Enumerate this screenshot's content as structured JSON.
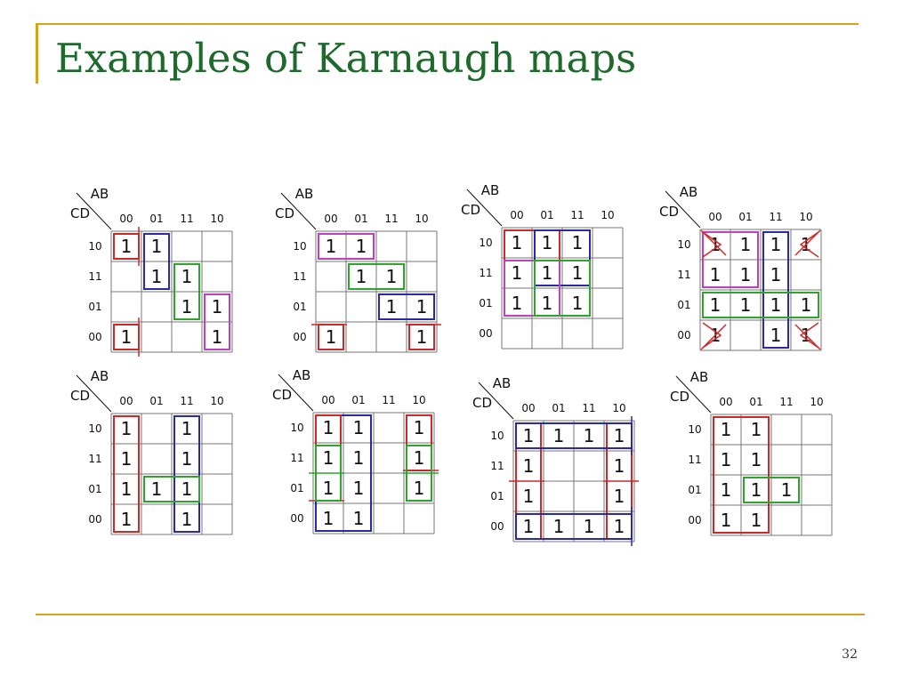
{
  "slide": {
    "title": "Examples of Karnaugh maps",
    "page_number": "32"
  },
  "kmap_defaults": {
    "row_var": "AB",
    "col_var": "CD",
    "col_labels": [
      "00",
      "01",
      "11",
      "10"
    ],
    "row_labels": [
      "10",
      "11",
      "01",
      "00"
    ]
  },
  "colors": {
    "red": "#cc2a2a",
    "blue": "#2a2aa8",
    "green": "#2ea32e",
    "magenta": "#c23fc2"
  },
  "kmaps": [
    {
      "ones": [
        [
          1,
          1,
          0,
          0
        ],
        [
          0,
          1,
          1,
          0
        ],
        [
          0,
          0,
          1,
          1
        ],
        [
          1,
          0,
          0,
          1
        ]
      ],
      "groups": [
        {
          "color": "red",
          "r0": 0,
          "r1": 0,
          "c0": 0,
          "c1": 0,
          "wrap": "v"
        },
        {
          "color": "red",
          "r0": 3,
          "r1": 3,
          "c0": 0,
          "c1": 0,
          "wrap": "v"
        },
        {
          "color": "blue",
          "r0": 0,
          "r1": 1,
          "c0": 1,
          "c1": 1
        },
        {
          "color": "green",
          "r0": 1,
          "r1": 2,
          "c0": 2,
          "c1": 2
        },
        {
          "color": "magenta",
          "r0": 2,
          "r1": 3,
          "c0": 3,
          "c1": 3
        }
      ]
    },
    {
      "ones": [
        [
          1,
          1,
          0,
          0
        ],
        [
          0,
          1,
          1,
          0
        ],
        [
          0,
          0,
          1,
          1
        ],
        [
          1,
          0,
          0,
          1
        ]
      ],
      "groups": [
        {
          "color": "magenta",
          "r0": 0,
          "r1": 0,
          "c0": 0,
          "c1": 1
        },
        {
          "color": "green",
          "r0": 1,
          "r1": 1,
          "c0": 1,
          "c1": 2
        },
        {
          "color": "blue",
          "r0": 2,
          "r1": 2,
          "c0": 2,
          "c1": 3
        },
        {
          "color": "red",
          "r0": 3,
          "r1": 3,
          "c0": 0,
          "c1": 0,
          "wrap": "h"
        },
        {
          "color": "red",
          "r0": 3,
          "r1": 3,
          "c0": 3,
          "c1": 3,
          "wrap": "h"
        }
      ]
    },
    {
      "ones": [
        [
          1,
          1,
          1,
          0
        ],
        [
          1,
          1,
          1,
          0
        ],
        [
          1,
          1,
          1,
          0
        ],
        [
          0,
          0,
          0,
          0
        ]
      ],
      "groups": [
        {
          "color": "red",
          "r0": 0,
          "r1": 2,
          "c0": 0,
          "c1": 1
        },
        {
          "color": "blue",
          "r0": 0,
          "r1": 1,
          "c0": 1,
          "c1": 2
        },
        {
          "color": "magenta",
          "r0": 1,
          "r1": 2,
          "c0": 0,
          "c1": 1
        },
        {
          "color": "green",
          "r0": 1,
          "r1": 2,
          "c0": 1,
          "c1": 2
        }
      ]
    },
    {
      "ones": [
        [
          1,
          1,
          1,
          1
        ],
        [
          1,
          1,
          1,
          0
        ],
        [
          1,
          1,
          1,
          1
        ],
        [
          1,
          0,
          1,
          1
        ]
      ],
      "groups": [
        {
          "color": "magenta",
          "r0": 0,
          "r1": 1,
          "c0": 0,
          "c1": 1
        },
        {
          "color": "blue",
          "r0": 0,
          "r1": 3,
          "c0": 2,
          "c1": 2
        },
        {
          "color": "green",
          "r0": 2,
          "r1": 2,
          "c0": 0,
          "c1": 3
        }
      ],
      "corner_marks": true
    },
    {
      "ones": [
        [
          1,
          0,
          1,
          0
        ],
        [
          1,
          0,
          1,
          0
        ],
        [
          1,
          1,
          1,
          0
        ],
        [
          1,
          0,
          1,
          0
        ]
      ],
      "groups": [
        {
          "color": "red",
          "r0": 0,
          "r1": 3,
          "c0": 0,
          "c1": 0
        },
        {
          "color": "blue",
          "r0": 0,
          "r1": 3,
          "c0": 2,
          "c1": 2
        },
        {
          "color": "green",
          "r0": 2,
          "r1": 2,
          "c0": 1,
          "c1": 2
        }
      ]
    },
    {
      "ones": [
        [
          1,
          1,
          0,
          1
        ],
        [
          1,
          1,
          0,
          1
        ],
        [
          1,
          1,
          0,
          1
        ],
        [
          1,
          1,
          0,
          0
        ]
      ],
      "groups": [
        {
          "color": "blue",
          "r0": 0,
          "r1": 3,
          "c0": 0,
          "c1": 1
        },
        {
          "color": "red",
          "r0": 0,
          "r1": 2,
          "c0": 0,
          "c1": 0,
          "wrap": "h"
        },
        {
          "color": "red",
          "r0": 0,
          "r1": 1,
          "c0": 3,
          "c1": 3,
          "wrap": "h"
        },
        {
          "color": "green",
          "r0": 1,
          "r1": 2,
          "c0": 0,
          "c1": 0,
          "wrap": "h"
        },
        {
          "color": "green",
          "r0": 1,
          "r1": 2,
          "c0": 3,
          "c1": 3,
          "wrap": "h"
        }
      ]
    },
    {
      "ones": [
        [
          1,
          1,
          1,
          1
        ],
        [
          1,
          0,
          0,
          1
        ],
        [
          1,
          0,
          0,
          1
        ],
        [
          1,
          1,
          1,
          1
        ]
      ],
      "groups": [
        {
          "color": "red",
          "r0": 0,
          "r1": 3,
          "c0": 0,
          "c1": 0,
          "wrap": "h"
        },
        {
          "color": "red",
          "r0": 0,
          "r1": 3,
          "c0": 3,
          "c1": 3,
          "wrap": "h"
        },
        {
          "color": "blue",
          "r0": 0,
          "r1": 0,
          "c0": 0,
          "c1": 3,
          "wrap": "v"
        },
        {
          "color": "blue",
          "r0": 3,
          "r1": 3,
          "c0": 0,
          "c1": 3,
          "wrap": "v"
        }
      ]
    },
    {
      "ones": [
        [
          1,
          1,
          0,
          0
        ],
        [
          1,
          1,
          0,
          0
        ],
        [
          1,
          1,
          1,
          0
        ],
        [
          1,
          1,
          0,
          0
        ]
      ],
      "groups": [
        {
          "color": "red",
          "r0": 0,
          "r1": 3,
          "c0": 0,
          "c1": 1
        },
        {
          "color": "green",
          "r0": 2,
          "r1": 2,
          "c0": 1,
          "c1": 2
        }
      ]
    }
  ]
}
